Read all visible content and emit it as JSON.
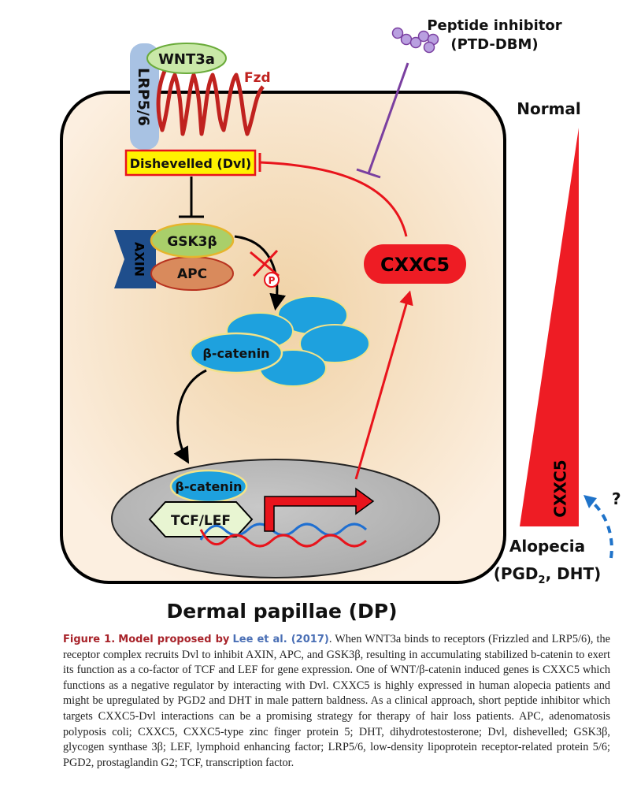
{
  "labels": {
    "wnt3a": "WNT3a",
    "lrp": "LRP5/6",
    "fzd": "Fzd",
    "dvl": "Dishevelled (Dvl)",
    "axin": "AXIN",
    "gsk3b": "GSK3β",
    "apc": "APC",
    "phospho": "P",
    "bcat_cyto": "β-catenin",
    "bcat_nuc": "β-catenin",
    "tcf": "TCF/LEF",
    "cxxc5": "CXXC5",
    "peptide_line1": "Peptide inhibitor",
    "peptide_line2": "(PTD-DBM)",
    "normal": "Normal",
    "gradient_label": "CXXC5",
    "question": "?",
    "alopecia_line1": "Alopecia",
    "alopecia_pre": "(PGD",
    "alopecia_sub": "2",
    "alopecia_post": ", DHT)",
    "cell_title": "Dermal papillae (DP)"
  },
  "caption": {
    "figure_label": "Figure 1.",
    "model_text": "Model proposed by",
    "citation": "Lee et al. (2017)",
    "period": ".",
    "body": " When WNT3a binds to receptors (Frizzled and LRP5/6), the receptor complex recruits Dvl to inhibit AXIN, APC, and GSK3β, resulting in accumulating stabilized b-catenin to exert its function as a co-factor of TCF and LEF for gene expression. One of WNT/β-catenin induced genes is CXXC5 which functions as a negative regulator by interacting with Dvl. CXXC5 is highly expressed in human alopecia patients and might be upregulated by PGD2 and DHT in male pattern baldness. As a clinical approach, short peptide inhibitor which targets CXXC5-Dvl interactions can be a promising strategy for therapy of hair loss patients. APC, adenomatosis polyposis coli; CXXC5, CXXC5-type zinc finger protein 5; DHT, dihydrotestosterone; Dvl, dishevelled; GSK3β, glycogen synthase 3β; LEF, lymphoid enhancing factor; LRP5/6, low-density lipoprotein receptor-related protein 5/6; PGD2, prostaglandin G2; TCF, transcription factor."
  },
  "colors": {
    "inhibit_red": "#e8141c",
    "peptide_purple": "#7a3fa0",
    "beta_catenin_blue": "#2aa3dc",
    "dvl_yellow": "#fff200",
    "cxxc5_red": "#ee1c24",
    "caption_red": "#a8232a"
  }
}
